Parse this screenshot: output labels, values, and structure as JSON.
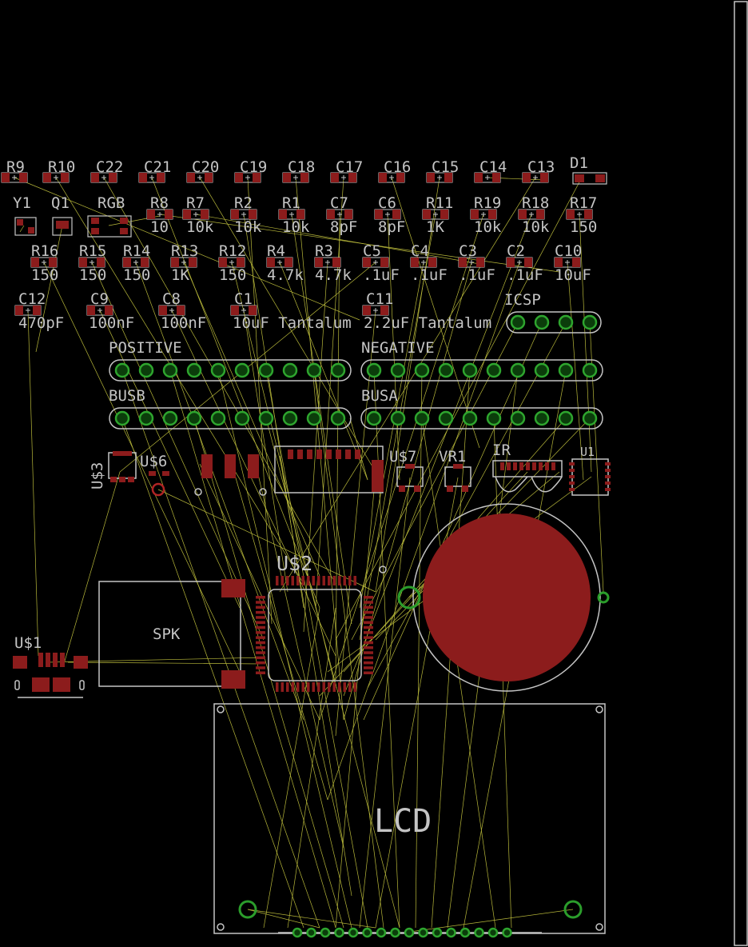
{
  "row1_labels": [
    "R9",
    "R10",
    "C22",
    "C21",
    "C20",
    "C19",
    "C18",
    "C17",
    "C16",
    "C15",
    "C14",
    "C13",
    "D1"
  ],
  "row2_names": [
    "Y1",
    "Q1",
    "RGB",
    "R8",
    "R7",
    "R2",
    "R1",
    "C7",
    "C6",
    "R11",
    "R19",
    "R18",
    "R17"
  ],
  "row2_values": [
    "",
    "",
    "",
    "10",
    "10k",
    "10k",
    "10k",
    "8pF",
    "8pF",
    "1K",
    "10k",
    "10k",
    "150"
  ],
  "row3_names": [
    "R16",
    "R15",
    "R14",
    "R13",
    "R12",
    "R4",
    "R3",
    "C5",
    "C4",
    "C3",
    "C2",
    "C10"
  ],
  "row3_values": [
    "150",
    "150",
    "150",
    "1K",
    "150",
    "4.7k",
    "4.7k",
    ".1uF",
    ".1uF",
    ".1uF",
    ".1uF",
    "10uF"
  ],
  "row4_names": [
    "C12",
    "C9",
    "C8",
    "C1",
    "C11"
  ],
  "row4_values": [
    "470pF",
    "100nF",
    "100nF",
    "10uF Tantalum",
    "2.2uF Tantalum"
  ],
  "headers": {
    "icsp": "ICSP",
    "positive": "POSITIVE",
    "negative": "NEGATIVE",
    "busb": "BUSB",
    "busa": "BUSA"
  },
  "parts": {
    "u3": "U$3",
    "u6": "U$6",
    "u7": "U$7",
    "vr1": "VR1",
    "ir": "IR",
    "u1": "U1",
    "u2": "U$2",
    "spk": "SPK",
    "us1": "U$1",
    "lcd": "LCD"
  },
  "colors": {
    "background": "#000000",
    "pad": "#8c1c1c",
    "outline": "#c4c4c4",
    "airwire": "#b8b83a",
    "pin": "#2ea52e"
  }
}
